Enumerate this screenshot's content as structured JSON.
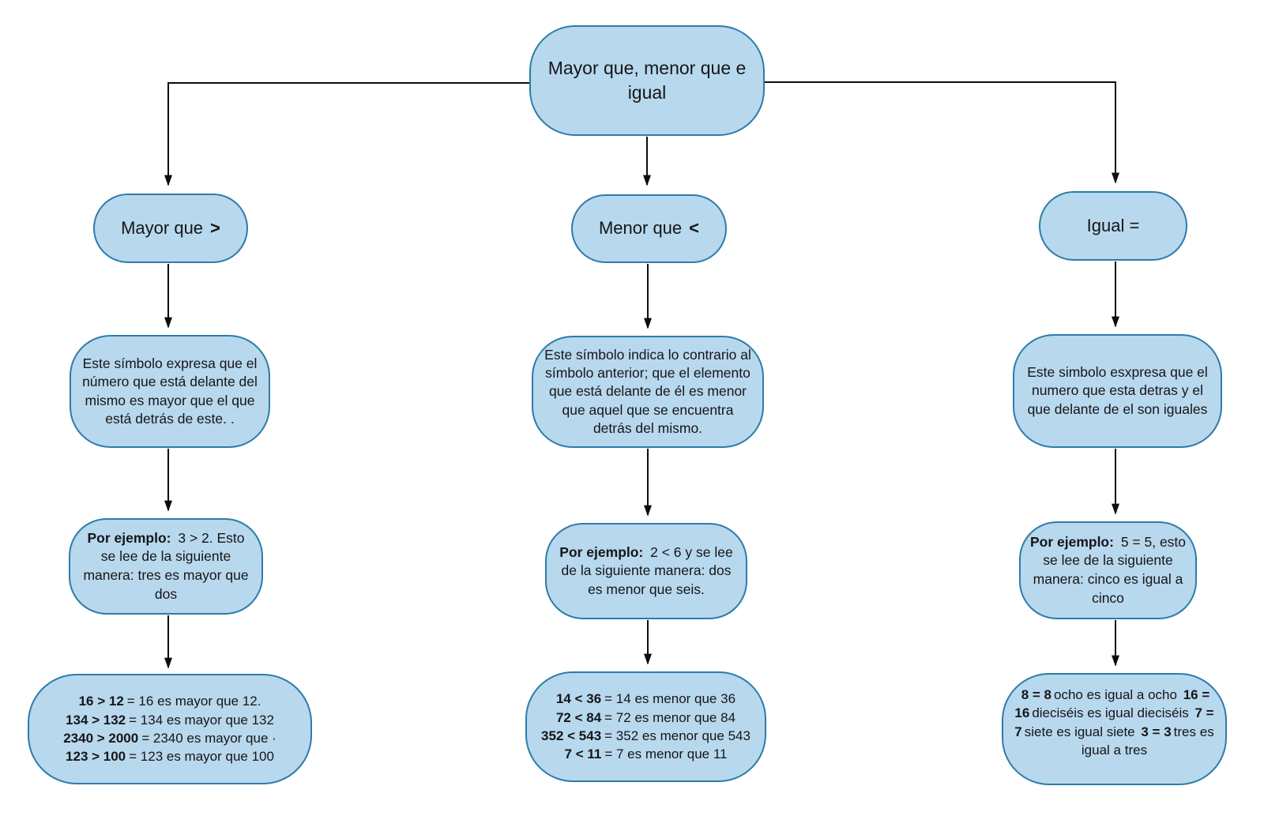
{
  "diagram": {
    "title": "Mayor que, menor que e igual",
    "colors": {
      "node_fill": "#b8d8ee",
      "node_border": "#2c7ca9",
      "connector": "#0d0d0d",
      "text": "#161616",
      "background": "#ffffff"
    }
  },
  "root": {
    "label": "Mayor que, menor que e igual"
  },
  "branches": {
    "mayor": {
      "label": "Mayor que",
      "symbol": ">"
    },
    "menor": {
      "label": "Menor que",
      "symbol": "<"
    },
    "igual": {
      "label": "Igual ="
    }
  },
  "descriptions": {
    "mayor": "Este símbolo expresa que el número que está delante del mismo es mayor que el que está detrás de este. .",
    "menor": "Este símbolo indica lo contrario al símbolo anterior; que el elemento que está delante de él es menor que aquel que se encuentra detrás del mismo.",
    "igual": "Este simbolo esxpresa que el numero que esta detras y el que delante de el son iguales"
  },
  "examples": {
    "lead": "Por ejemplo:",
    "mayor": " 3 > 2. Esto se lee de la siguiente manera: tres es mayor que dos",
    "menor": " 2 < 6 y se lee de la siguiente manera: dos es menor que seis.",
    "igual": " 5 = 5, esto se lee de la siguiente manera: cinco es igual a cinco"
  },
  "lists": {
    "mayor": {
      "items": [
        {
          "expr": "16 > 12",
          "text": "= 16 es mayor que 12."
        },
        {
          "expr": "134 > 132",
          "text": "=  134 es mayor que 132"
        },
        {
          "expr": "2340 > 2000",
          "text": "=  2340 es mayor que ·"
        },
        {
          "expr": "123 > 100",
          "text": "=  123 es mayor que 100"
        }
      ]
    },
    "menor": {
      "items": [
        {
          "expr": "14 < 36",
          "text": "=  14 es menor que 36"
        },
        {
          "expr": "72 < 84",
          "text": "=  72 es menor que 84"
        },
        {
          "expr": "352 < 543",
          "text": "=  352 es menor que 543"
        },
        {
          "expr": "7 < 11",
          "text": "=  7 es menor que 11"
        }
      ]
    },
    "igual": {
      "items": [
        {
          "expr": "8 = 8",
          "text": "ocho es igual a ocho"
        },
        {
          "expr": "16 = 16",
          "text": "dieciséis es igual dieciséis"
        },
        {
          "expr": "7 = 7",
          "text": "siete es igual siete"
        },
        {
          "expr": "3 = 3",
          "text": "tres es igual a tres"
        }
      ]
    }
  }
}
